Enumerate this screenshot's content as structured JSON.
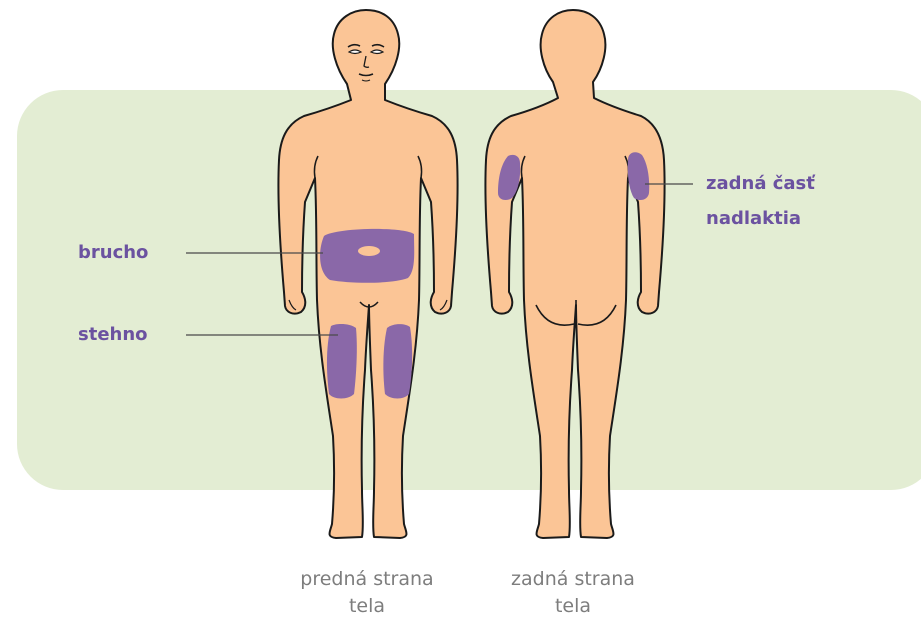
{
  "callouts": {
    "abdomen": "brucho",
    "thigh": "stehno",
    "upper_arm_line1": "zadná časť",
    "upper_arm_line2": "nadlaktia"
  },
  "captions": {
    "front_line1": "predná strana",
    "front_line2": "tela",
    "back_line1": "zadná strana",
    "back_line2": "tela"
  },
  "colors": {
    "background_panel": "#e3edd3",
    "skin": "#fbc596",
    "outline": "#1a1a1a",
    "injection_area": "#8a68a8",
    "label_text": "#6b52a0",
    "caption_text": "#7d7d7d"
  }
}
